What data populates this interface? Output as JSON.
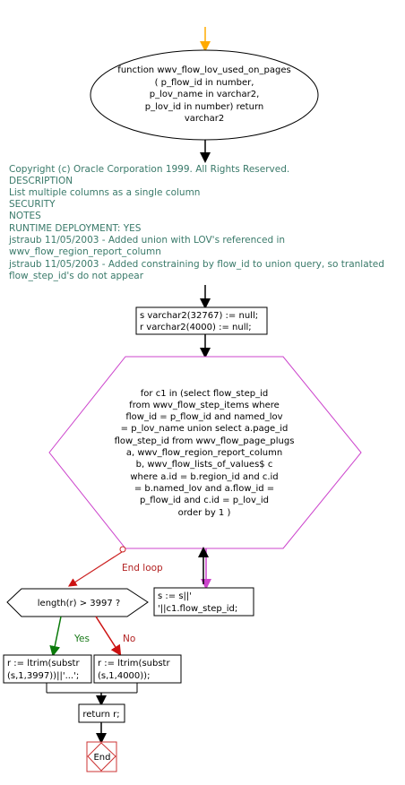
{
  "start": {
    "lines": [
      "function wwv_flow_lov_used_on_pages",
      "( p_flow_id  in number,",
      "p_lov_name in varchar2,",
      "p_lov_id in number) return",
      "varchar2"
    ]
  },
  "comment": {
    "lines": [
      "Copyright (c) Oracle Corporation 1999. All Rights Reserved.",
      "DESCRIPTION",
      "List multiple columns as a single column",
      "SECURITY",
      "NOTES",
      "RUNTIME DEPLOYMENT: YES",
      "jstraub 11/05/2003  - Added union with LOV's referenced in",
      "wwv_flow_region_report_column",
      "jstraub 11/05/2003  - Added constraining by flow_id to union query, so tranlated",
      "flow_step_id's do not appear"
    ]
  },
  "declare": {
    "lines": [
      "s varchar2(32767) := null;",
      "r varchar2(4000) := null;"
    ]
  },
  "loop": {
    "lines": [
      "for c1 in (select flow_step_id",
      "from wwv_flow_step_items where",
      "flow_id = p_flow_id and named_lov",
      "= p_lov_name union select a.page_id",
      "flow_step_id from wwv_flow_page_plugs",
      "a, wwv_flow_region_report_column",
      "b, wwv_flow_lists_of_values$ c",
      "where a.id = b.region_id and c.id",
      "= b.named_lov and a.flow_id =",
      "p_flow_id and c.id = p_lov_id",
      "order by 1 )"
    ],
    "end_label": "End loop"
  },
  "body": {
    "lines": [
      "s := s||'",
      "'||c1.flow_step_id;"
    ]
  },
  "decision": {
    "text": "length(r) > 3997 ?",
    "yes_label": "Yes",
    "no_label": "No"
  },
  "yes_box": {
    "lines": [
      "r := ltrim(substr",
      "(s,1,3997))||'...';"
    ]
  },
  "no_box": {
    "lines": [
      "r := ltrim(substr",
      "(s,1,4000));"
    ]
  },
  "return_box": {
    "text": "return r;"
  },
  "end": {
    "text": "End"
  },
  "colors": {
    "loop_border": "#cc44cc",
    "arrow_start": "#ffaa00",
    "yes_arrow": "#0a7a0a",
    "no_arrow": "#cc1111",
    "loop_arrow": "#cc2222",
    "comment": "#3a7a6a",
    "end_border": "#cc3333"
  }
}
